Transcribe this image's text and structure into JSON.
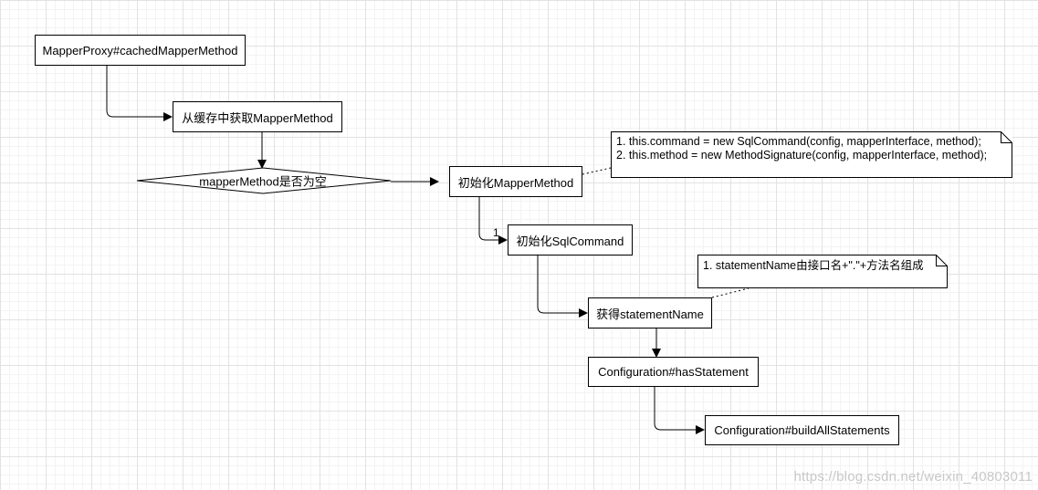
{
  "nodes": {
    "cached_mapper_method": "MapperProxy#cachedMapperMethod",
    "get_from_cache": "从缓存中获取MapperMethod",
    "is_empty_decision": "mapperMethod是否为空",
    "init_mapper_method": "初始化MapperMethod",
    "init_sql_command": "初始化SqlCommand",
    "get_statement_name": "获得statementName",
    "has_statement": "Configuration#hasStatement",
    "build_all_statements": "Configuration#buildAllStatements"
  },
  "notes": {
    "mapper_method_note": [
      "1. this.command = new SqlCommand(config, mapperInterface, method);",
      "2. this.method = new MethodSignature(config, mapperInterface, method);"
    ],
    "statement_name_note": [
      "1.  statementName由接口名+\".\"+方法名组成"
    ]
  },
  "edge_labels": {
    "init_sql_command_label": "1"
  },
  "watermark": "https://blog.csdn.net/weixin_40803011"
}
